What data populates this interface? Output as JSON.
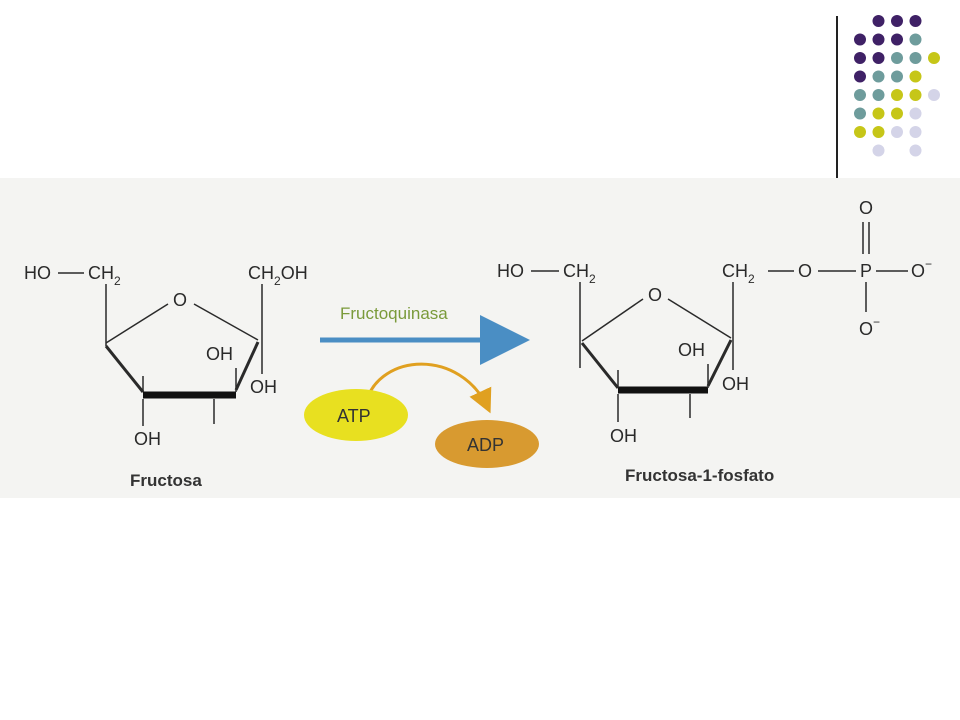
{
  "decoration": {
    "dot_colors": {
      "purple": "#3f2166",
      "teal": "#6e9c9c",
      "olive": "#c6c618",
      "lavender": "#d4d4e8"
    },
    "divider_color": "#222222"
  },
  "reaction": {
    "substrate": {
      "name": "Fructosa",
      "left_group_prefix": "HO",
      "left_group_ch": "CH",
      "left_group_sub": "2",
      "right_group_ch": "CH",
      "right_group_sub": "2",
      "right_group_suffix": "OH",
      "ring_oxygen": "O",
      "oh_upper": "OH",
      "oh_right": "OH",
      "oh_bottom": "OH"
    },
    "enzyme": "Fructoquinasa",
    "cofactor_in": "ATP",
    "cofactor_out": "ADP",
    "product": {
      "name": "Fructosa-1-fosfato",
      "left_group_prefix": "HO",
      "left_group_ch": "CH",
      "left_group_sub": "2",
      "right_group_ch": "CH",
      "right_group_sub": "2",
      "ester_link": "O",
      "phosphorus": "P",
      "o_top": "O",
      "o_right": "O",
      "o_bottom": "O",
      "charge": "−",
      "ring_oxygen": "O",
      "oh_upper": "OH",
      "oh_right": "OH",
      "oh_bottom": "OH"
    },
    "colors": {
      "arrow": "#4a8ec4",
      "enzyme_text": "#7a9a3a",
      "atp_fill": "#e8e020",
      "adp_fill": "#d89a30",
      "cofactor_arrow": "#e0a020"
    }
  }
}
